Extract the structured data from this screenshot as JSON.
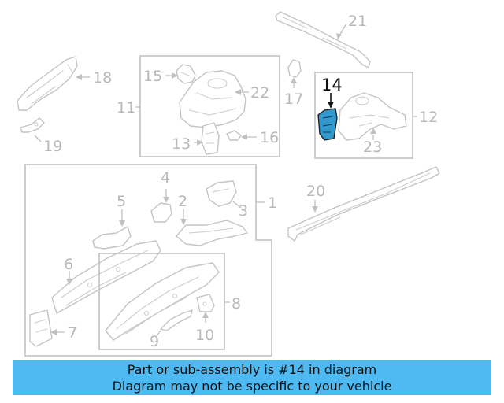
{
  "diagram": {
    "callouts": {
      "c1": "1",
      "c2": "2",
      "c3": "3",
      "c4": "4",
      "c5": "5",
      "c6": "6",
      "c7": "7",
      "c8": "8",
      "c9": "9",
      "c10": "10",
      "c11": "11",
      "c12": "12",
      "c13": "13",
      "c14": "14",
      "c15": "15",
      "c16": "16",
      "c17": "17",
      "c18": "18",
      "c19": "19",
      "c20": "20",
      "c21": "21",
      "c22": "22",
      "c23": "23"
    },
    "highlighted_part": "14",
    "highlight_color": "#3399cc"
  },
  "banner": {
    "line1": "Part or sub-assembly is #14 in diagram",
    "line2": "Diagram may not be specific to your vehicle",
    "background": "#4fb9f1"
  }
}
